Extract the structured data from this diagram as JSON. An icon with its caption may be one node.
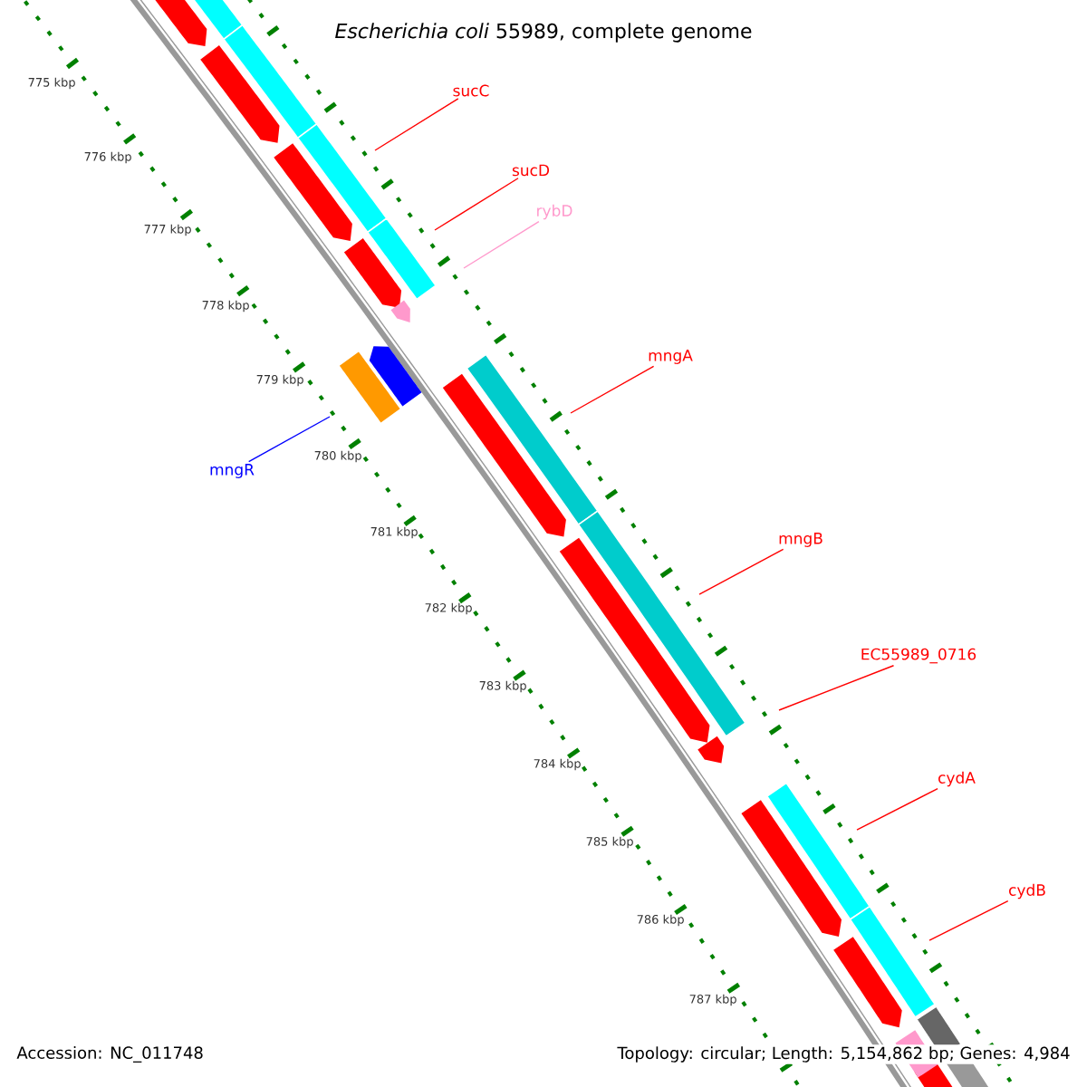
{
  "diagram": {
    "title": "*Escherichia coli* 55989, complete genome",
    "nodes": [
      {
        "text": [
          "sucC"
        ]
      },
      {
        "text": [
          "sucD"
        ]
      },
      {
        "text": [
          "rybD"
        ]
      },
      {
        "text": [
          "mngA"
        ]
      },
      {
        "text": [
          "mngR"
        ]
      },
      {
        "text": [
          "mngB"
        ]
      },
      {
        "text": [
          "EC55989_0716"
        ]
      },
      {
        "text": [
          "cydA"
        ]
      },
      {
        "text": [
          "cydB"
        ]
      }
    ],
    "edges": [
      {
        "from": 0,
        "to": null,
        "arrow": "none"
      },
      {
        "from": 1,
        "to": null,
        "arrow": "none"
      },
      {
        "from": 2,
        "to": null,
        "arrow": "none",
        "color": "#ff99cc"
      },
      {
        "from": 3,
        "to": null,
        "arrow": "none"
      },
      {
        "from": 4,
        "to": null,
        "arrow": "none",
        "color": "#0000ff"
      },
      {
        "from": 5,
        "to": null,
        "arrow": "none"
      },
      {
        "from": 6,
        "to": null,
        "arrow": "none"
      },
      {
        "from": 7,
        "to": null,
        "arrow": "none"
      },
      {
        "from": 8,
        "to": null,
        "arrow": "none"
      }
    ],
    "labels": [
      "775 kbp",
      "776 kbp",
      "777 kbp",
      "778 kbp",
      "779 kbp",
      "780 kbp",
      "781 kbp",
      "782 kbp",
      "783 kbp",
      "784 kbp",
      "785 kbp",
      "786 kbp",
      "787 kbp",
      "Accession: NC_011748",
      "Topology: circular; Length: 5,154,862 bp; Genes: 4,984"
    ]
  }
}
